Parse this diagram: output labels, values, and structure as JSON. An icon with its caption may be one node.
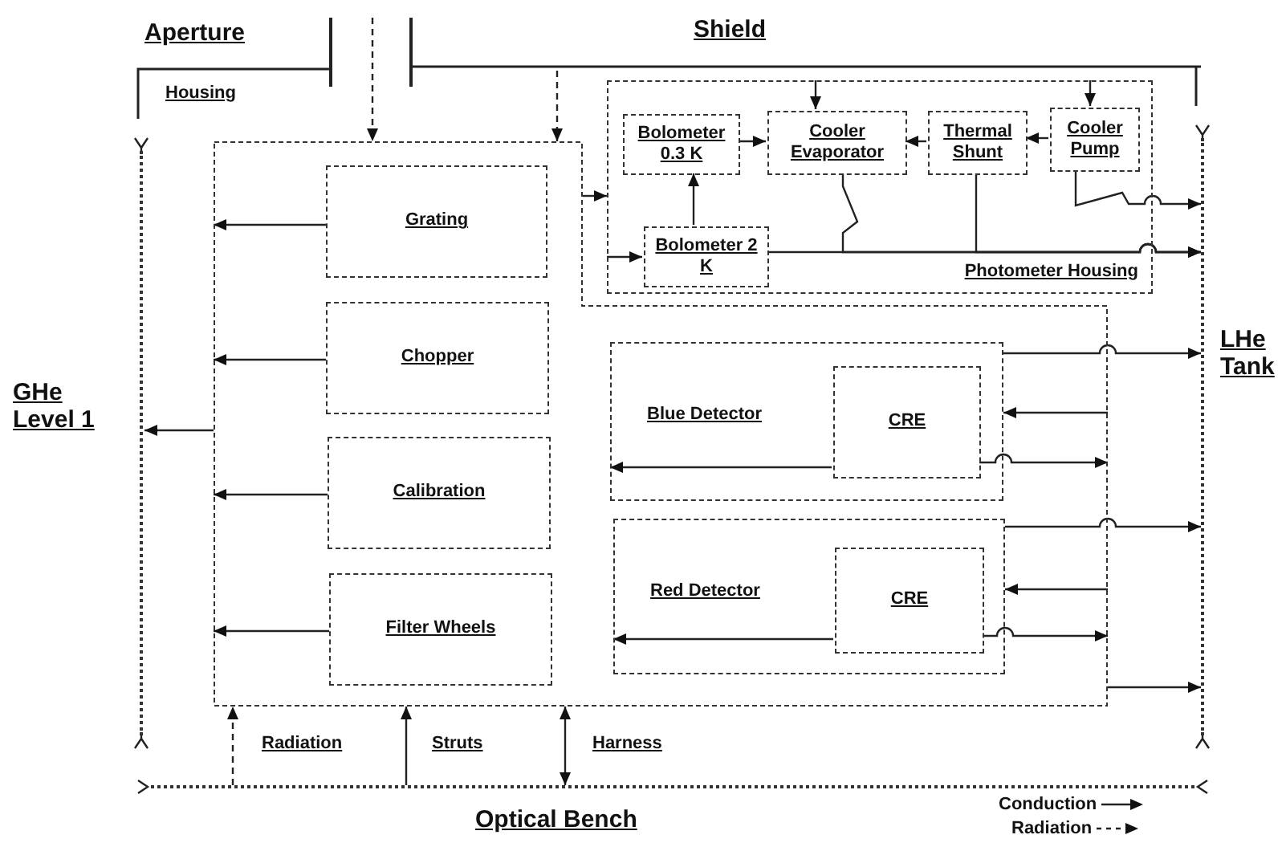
{
  "diagram": {
    "nodes": [
      {
        "text": [],
        "shape": "bar",
        "beside": [
          "Shield"
        ]
      },
      {
        "text": [],
        "shape": "bar",
        "beside": [
          "GHe Level 1"
        ]
      },
      {
        "text": [],
        "shape": "bar",
        "beside": [
          "LHe Tank"
        ]
      },
      {
        "text": [],
        "shape": "box"
      },
      {
        "text": [
          "Photometer Housing"
        ]
      },
      {
        "text": [
          "Bolometer 0.3 K"
        ],
        "in": 4
      },
      {
        "text": [
          "Cooler Evaporator"
        ],
        "in": 4
      },
      {
        "text": [
          "Thermal Shunt"
        ],
        "in": 4
      },
      {
        "text": [
          "Cooler Pump"
        ],
        "in": 4
      },
      {
        "text": [
          "Bolometer 2 K"
        ],
        "in": 4
      },
      {
        "text": [
          "Grating"
        ],
        "in": 3
      },
      {
        "text": [
          "Chopper"
        ],
        "in": 3
      },
      {
        "text": [
          "Calibration"
        ],
        "in": 3
      },
      {
        "text": [
          "Filter Wheels"
        ],
        "in": 3
      },
      {
        "text": [
          "Blue Detector"
        ],
        "in": 3
      },
      {
        "text": [
          "CRE"
        ],
        "in": 14
      },
      {
        "text": [
          "Red Detector"
        ],
        "in": 3
      },
      {
        "text": [
          "CRE"
        ],
        "in": 16
      },
      {
        "text": [],
        "shape": "bar",
        "beside": [
          "Optical Bench"
        ]
      },
      {
        "text": [],
        "shape": "bar",
        "beside": [
          "Aperture"
        ]
      }
    ],
    "edges": [
      {
        "from": 19,
        "to": 3,
        "arrow": "to",
        "style": "dashed"
      },
      {
        "from": 0,
        "to": 3,
        "arrow": "to",
        "style": "dashed"
      },
      {
        "from": 4,
        "to": 6,
        "arrow": "to"
      },
      {
        "from": 4,
        "to": 8,
        "arrow": "to"
      },
      {
        "from": 5,
        "to": 6,
        "arrow": "to"
      },
      {
        "from": 8,
        "to": 7,
        "arrow": "to"
      },
      {
        "from": 7,
        "to": 6,
        "arrow": "to"
      },
      {
        "from": 9,
        "to": 5,
        "arrow": "to"
      },
      {
        "from": 3,
        "to": 4,
        "arrow": "to"
      },
      {
        "from": 4,
        "to": 9,
        "arrow": "to"
      },
      {
        "from": 9,
        "to": 2,
        "arrow": "to"
      },
      {
        "from": 7,
        "to": 2,
        "arrow": "to"
      },
      {
        "from": 6,
        "to": 2,
        "arrow": "to"
      },
      {
        "from": 8,
        "to": 2,
        "arrow": "to"
      },
      {
        "from": 10,
        "to": 3,
        "arrow": "to"
      },
      {
        "from": 11,
        "to": 3,
        "arrow": "to"
      },
      {
        "from": 12,
        "to": 3,
        "arrow": "to"
      },
      {
        "from": 13,
        "to": 3,
        "arrow": "to"
      },
      {
        "from": 3,
        "to": 1,
        "arrow": "to"
      },
      {
        "from": 15,
        "to": 14,
        "arrow": "to"
      },
      {
        "from": 15,
        "to": 3,
        "arrow": "to"
      },
      {
        "from": 3,
        "to": 14,
        "arrow": "to"
      },
      {
        "from": 14,
        "to": 2,
        "arrow": "to"
      },
      {
        "from": 17,
        "to": 16,
        "arrow": "to"
      },
      {
        "from": 17,
        "to": 3,
        "arrow": "to"
      },
      {
        "from": 3,
        "to": 16,
        "arrow": "to"
      },
      {
        "from": 16,
        "to": 2,
        "arrow": "to"
      },
      {
        "from": 3,
        "to": 2,
        "arrow": "to"
      },
      {
        "from": 18,
        "to": 3,
        "arrow": "to",
        "label": "Radiation",
        "style": "dashed"
      },
      {
        "from": 18,
        "to": 3,
        "arrow": "to",
        "label": "Struts"
      },
      {
        "from": 18,
        "to": 3,
        "arrow": "both",
        "label": "Harness"
      }
    ],
    "labels": [
      "Housing"
    ],
    "legend": [
      {
        "text": "Conduction"
      },
      {
        "text": "Radiation"
      }
    ]
  }
}
